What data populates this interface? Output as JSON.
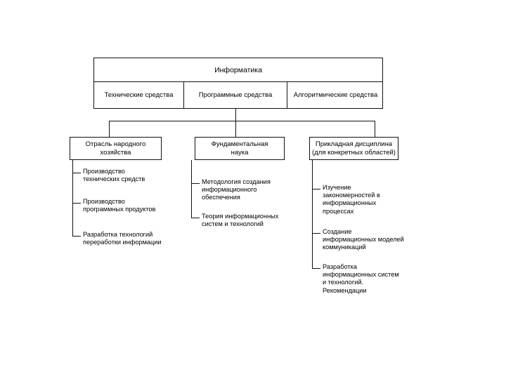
{
  "diagram": {
    "root": {
      "title": "Информатика",
      "components": [
        {
          "label": "Технические\nсредства"
        },
        {
          "label": "Программные\nсредства"
        },
        {
          "label": "Алгоритмические\nсредства"
        }
      ]
    },
    "branches": [
      {
        "title": "Отрасль народного\nхозяйства",
        "items": [
          "Производство\nтехнических средств",
          "Производство\nпрограммных продуктов",
          "Разработка технологий\nпереработки информации"
        ]
      },
      {
        "title": "Фундаментальная\nнаука",
        "items": [
          "Методология создания\nинформационного\nобеспечения",
          "Теория информационных\nсистем и технологий"
        ]
      },
      {
        "title": "Прикладная дисциплина\n(для конкретных областей)",
        "items": [
          "Изучение\nзакономерностей  в\nинформационных\nпроцессах",
          "Создание\nинформационных моделей\nкоммуникаций",
          "Разработка\nинформационных систем\nи технологий.\nРекомендации"
        ]
      }
    ],
    "colors": {
      "line": "#111111",
      "background": "#ffffff",
      "text": "#000000"
    }
  }
}
